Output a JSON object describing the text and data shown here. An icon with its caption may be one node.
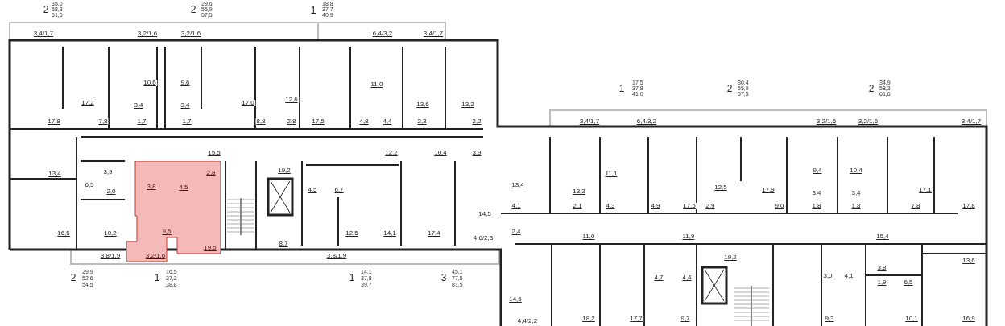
{
  "diagram": {
    "nodes": [
      {
        "text": [
          "3,8",
          "4,5",
          "2,8",
          "9,5",
          "19,5",
          "3,2/1,6"
        ]
      }
    ],
    "labels": [
      "2",
      "35,0",
      "58,3",
      "61,6",
      "2",
      "29,6",
      "55,9",
      "57,5",
      "1",
      "18,8",
      "37,7",
      "40,9",
      "3,4/1,7",
      "3,2/1,6",
      "3,2/1,6",
      "6,4/3,2",
      "3,4/1,7",
      "10,6",
      "9,6",
      "11,0",
      "1",
      "17,5",
      "37,8",
      "41,0",
      "2",
      "30,4",
      "55,9",
      "57,5",
      "2",
      "34,9",
      "58,3",
      "61,6",
      "17,2",
      "3,4",
      "3,4",
      "17,0",
      "12,6",
      "13,6",
      "13,2",
      "17,8",
      "7,8",
      "1,7",
      "1,7",
      "8,8",
      "2,8",
      "17,5",
      "4,8",
      "4,4",
      "2,3",
      "2,2",
      "3,4/1,7",
      "6,4/3,2",
      "3,2/1,6",
      "3,2/1,6",
      "3,4/1,7",
      "15,5",
      "12,2",
      "10,4",
      "3,9",
      "13,4",
      "3,9",
      "19,2",
      "11,1",
      "9,4",
      "10,4",
      "6,5",
      "2,0",
      "4,5",
      "6,7",
      "13,4",
      "13,3",
      "12,5",
      "17,9",
      "3,4",
      "3,4",
      "17,1",
      "14,5",
      "4,1",
      "2,1",
      "4,3",
      "4,9",
      "17,5",
      "2,9",
      "9,0",
      "1,8",
      "1,8",
      "7,8",
      "17,8",
      "16,5",
      "10,2",
      "12,5",
      "14,1",
      "17,4",
      "4,6/2,3",
      "2,4",
      "11,0",
      "11,9",
      "15,4",
      "3,8/1,9",
      "8,7",
      "3,8/1,9",
      "19,2",
      "13,6",
      "2",
      "29,9",
      "52,6",
      "54,5",
      "1",
      "16,5",
      "37,2",
      "38,8",
      "1",
      "14,1",
      "37,8",
      "39,7",
      "3",
      "45,1",
      "77,5",
      "81,5",
      "4,7",
      "4,4",
      "3,0",
      "4,1",
      "3,8",
      "1,9",
      "6,5",
      "14,6",
      "4,4/2,2",
      "18,2",
      "17,7",
      "9,7",
      "9,3",
      "10,1",
      "16,9"
    ]
  }
}
